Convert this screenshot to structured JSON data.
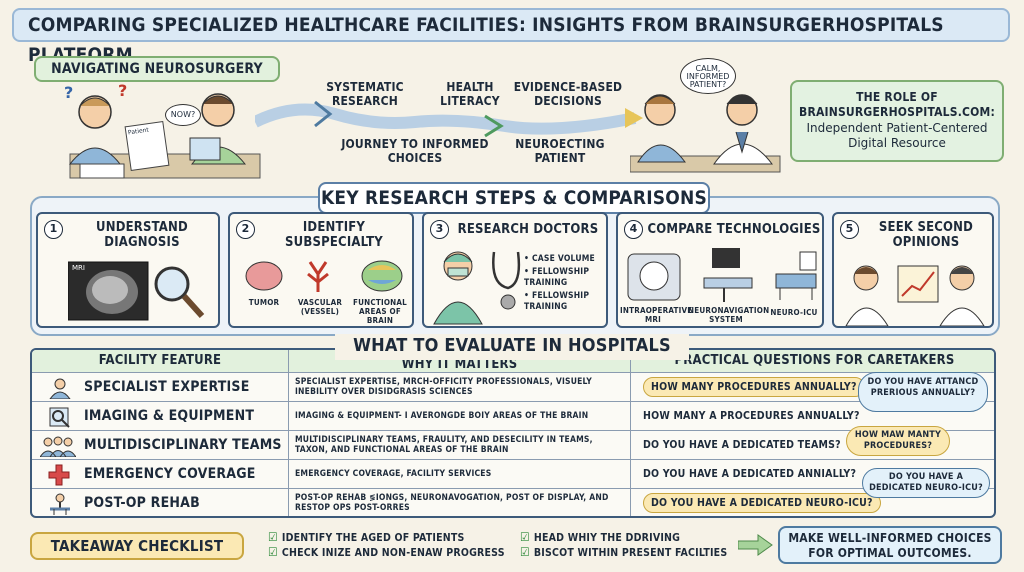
{
  "title": "COMPARING SPECIALIZED HEALTHCARE FACILITIES: INSIGHTS FROM BRAINSURGERHOSPITALS PLATFORM",
  "intro": {
    "nav_label": "NAVIGATING NEUROSURGERY",
    "bubble_now": "NOW?",
    "paper_label": "Patient",
    "steps": [
      "SYSTEMATIC RESEARCH",
      "HEALTH LITERACY",
      "EVIDENCE-BASED DECISIONS",
      "JOURNEY TO INFORMED CHOICES",
      "NEUROECTING PATIENT"
    ],
    "bubble_calm": "CALM, INFORMED PATIENT?",
    "role_title": "THE ROLE OF BRAINSURGERHOSPITALS.COM:",
    "role_desc": "Independent Patient-Centered Digital Resource"
  },
  "key_research": {
    "title": "KEY RESEARCH STEPS & COMPARISONS",
    "cards": [
      {
        "num": "1",
        "title": "UNDERSTAND DIAGNOSIS",
        "scan_label": "MRI"
      },
      {
        "num": "2",
        "title": "IDENTIFY SUBSPECIALTY",
        "items": [
          "TUMOR",
          "VASCULAR (VESSEL)",
          "FUNCTIONAL AREAS OF BRAIN"
        ]
      },
      {
        "num": "3",
        "title": "RESEARCH DOCTORS",
        "bullets": [
          "CASE VOLUME",
          "FELLOWSHIP TRAINING",
          "FELLOWSHIP TRAINING"
        ]
      },
      {
        "num": "4",
        "title": "COMPARE TECHNOLOGIES",
        "items": [
          "INTRAOPERATIVE MRI",
          "NEURONAVIGATION SYSTEM",
          "NEURO-ICU"
        ]
      },
      {
        "num": "5",
        "title": "SEEK SECOND OPINIONS"
      }
    ]
  },
  "evaluate": {
    "title": "WHAT TO EVALUATE IN HOSPITALS",
    "headers": [
      "FACILITY FEATURE",
      "WHY IT MATTERS",
      "PRACTICAL QUESTIONS FOR CARETAKERS"
    ],
    "rows": [
      {
        "feature": "SPECIALIST EXPERTISE",
        "why": "SPECIALIST EXPERTISE, MRCH-OFFICITY PROFESSIONALS, VISUELY INEBILITY OVER DISIDGRASIS SCIENCES",
        "question": "HOW MANY PROCEDURES ANNUALLY?"
      },
      {
        "feature": "IMAGING & EQUIPMENT",
        "why": "IMAGING & EQUIPMENT- I AVERONGDE BOIY AREAS OF THE BRAIN",
        "question": "HOW MANY A PROCEDURES ANNUALLY?"
      },
      {
        "feature": "MULTIDISCIPLINARY TEAMS",
        "why": "MULTIDISCIPLINARY TEAMS, FRAULITY, AND DESECILITY IN TEAMS, TAXON, AND FUNCTIONAL AREAS OF THE BRAIN",
        "question": "DO YOU HAVE A DEDICATED TEAMS?"
      },
      {
        "feature": "EMERGENCY COVERAGE",
        "why": "EMERGENCY COVERAGE, FACILITY SERVICES",
        "question": "DO YOU HAVE A DEDICATED ANNIALLY?"
      },
      {
        "feature": "POST-OP REHAB",
        "why": "POST-OP REHAB ≶IONGS, NEURONAVOGATION, POST OF DISPLAY, AND RESTOP OPS POST-ORRES",
        "question": "DO YOU HAVE A DEDICATED NEURO-ICU?"
      }
    ],
    "callouts": [
      "DO YOU HAVE ATTANCD PRERIOUS ANNUALLY?",
      "HOW MAW MANTY PROCEDURES?",
      "DO YOU HAVE A DEDICATED NEURO-ICU?"
    ]
  },
  "takeaway": {
    "label": "TAKEAWAY CHECKLIST",
    "items": [
      "IDENTIFY THE AGED OF PATIENTS",
      "CHECK INIZE AND NON-ENAW PROGRESS",
      "HEAD WHIY THE DDRIVING",
      "BISCOT WITHIN PRESENT FACILTIES"
    ],
    "final": "MAKE WELL-INFORMED CHOICES FOR OPTIMAL OUTCOMES."
  },
  "colors": {
    "accent_blue": "#5b7fa6",
    "accent_green": "#7fae72",
    "highlight_yellow": "#fbe9b4",
    "check_green": "#2e8a3a"
  }
}
